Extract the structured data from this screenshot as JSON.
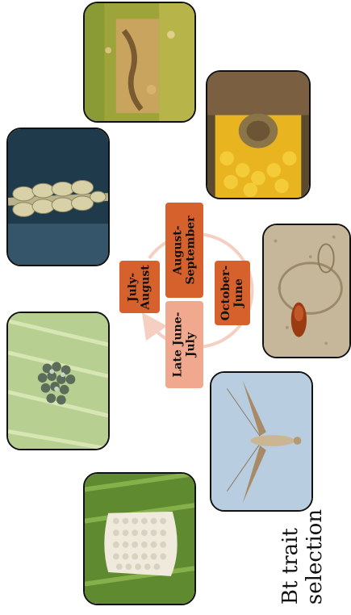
{
  "stages": {
    "aug_sep": "August-\nSeptember",
    "oct_jun": "October-\nJune",
    "jul_aug": "July-\nAugust",
    "late_jun_jul": "Late June-\nJuly"
  },
  "caption": "Bt trait\nselection",
  "colors": {
    "stage_dark": "#d6612c",
    "stage_light": "#f0a98e",
    "cycle_ring": "#f5cfc2",
    "photo_border": "#111111"
  }
}
